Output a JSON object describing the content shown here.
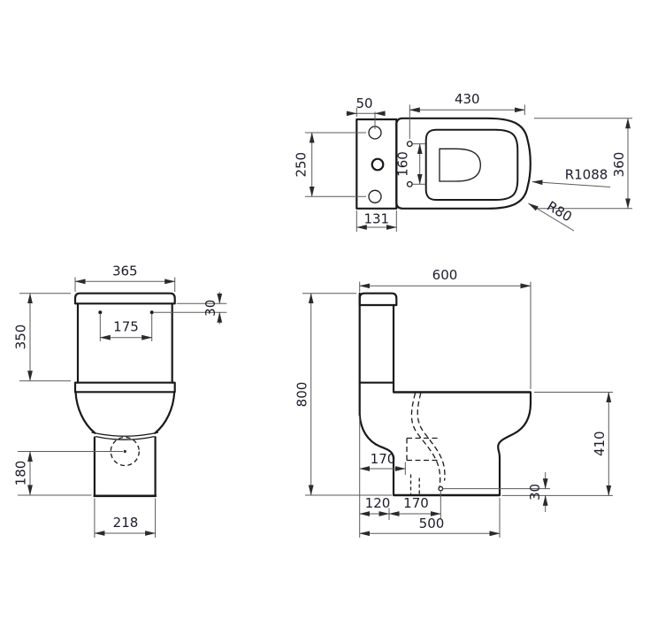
{
  "meta": {
    "background": "#ffffff",
    "outline_color": "#1a1a1a",
    "dimension_line_color": "#5a5a5a",
    "text_color": "#1c1c2b"
  },
  "plan_view": {
    "dims": {
      "hole_offset": "50",
      "seat_length": "430",
      "fixing_hole_spacing": "250",
      "hinge_spacing": "160",
      "cistern_depth": "131",
      "pan_width": "360",
      "large_radius": "R1088",
      "small_radius": "R80"
    }
  },
  "front_view": {
    "dims": {
      "cistern_width": "365",
      "lid_hole_gap": "30",
      "hinge_centres": "175",
      "cistern_height": "350",
      "outlet_centre_height": "180",
      "base_width": "218"
    }
  },
  "side_view": {
    "dims": {
      "overall_depth": "600",
      "overall_height": "800",
      "pan_height": "410",
      "outlet_setback": "170",
      "outlet_floor_gap": "30",
      "rear_gap": "120",
      "outlet_span": "170",
      "base_depth": "500"
    }
  }
}
